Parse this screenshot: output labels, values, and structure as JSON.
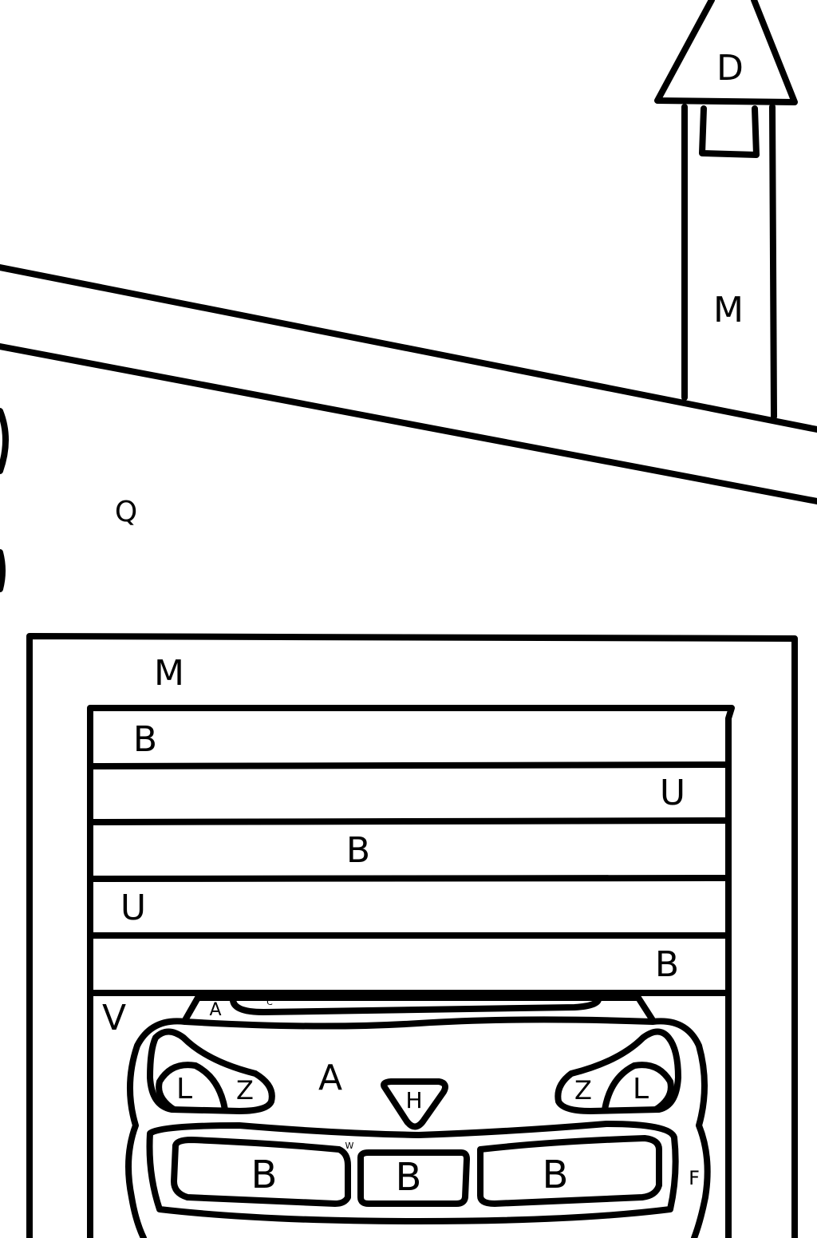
{
  "labels": {
    "chimney_cap": "D",
    "chimney": "M",
    "wall": "Q",
    "frame": "M",
    "slat1": "B",
    "slat2": "U",
    "slat3": "B",
    "slat4": "U",
    "slat5": "B",
    "garage_interior": "V",
    "windshield_edge": "A",
    "windshield": "C",
    "hood": "A",
    "headlight_left": "L",
    "indicator_left": "Z",
    "badge": "H",
    "indicator_right": "Z",
    "headlight_right": "L",
    "grille_trim": "W",
    "grille_left": "B",
    "grille_center": "B",
    "grille_right": "B",
    "fender": "F"
  },
  "colors": {
    "line": "#000000",
    "background": "#ffffff"
  }
}
